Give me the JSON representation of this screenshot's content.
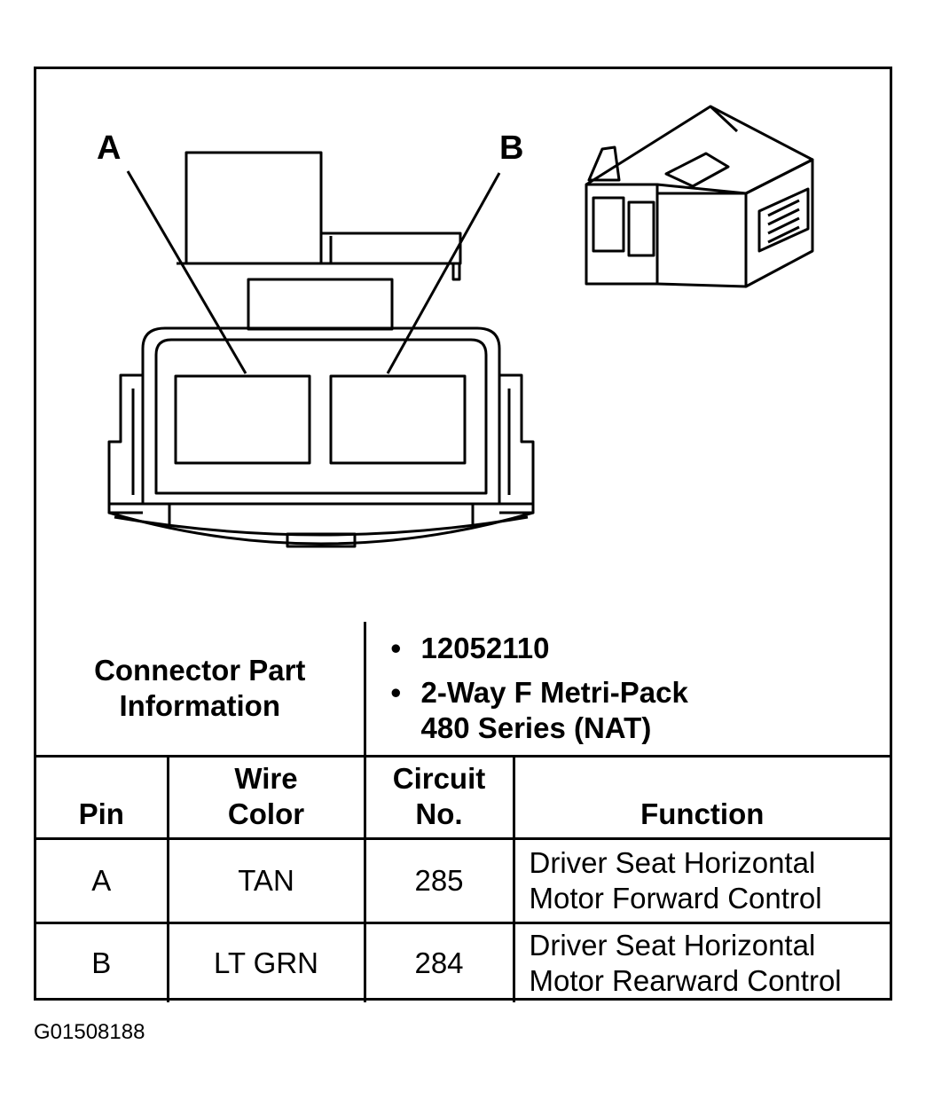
{
  "diagram": {
    "pin_a_label": "A",
    "pin_b_label": "B",
    "icons": [
      "connector-face-front-view",
      "connector-isometric-view"
    ]
  },
  "connector_info": {
    "label": "Connector Part Information",
    "items": [
      "12052110",
      "2-Way F Metri-Pack 480 Series (NAT)"
    ]
  },
  "pin_table": {
    "headers": {
      "pin": "Pin",
      "wire_color": "Wire Color",
      "circuit": "Circuit No.",
      "function": "Function"
    },
    "rows": [
      {
        "pin": "A",
        "wire_color": "TAN",
        "circuit": "285",
        "function": "Driver Seat Horizontal Motor Forward Control"
      },
      {
        "pin": "B",
        "wire_color": "LT GRN",
        "circuit": "284",
        "function": "Driver Seat Horizontal Motor Rearward Control"
      }
    ]
  },
  "figure_id": "G01508188",
  "colors": {
    "line": "#000000",
    "background": "#ffffff"
  }
}
